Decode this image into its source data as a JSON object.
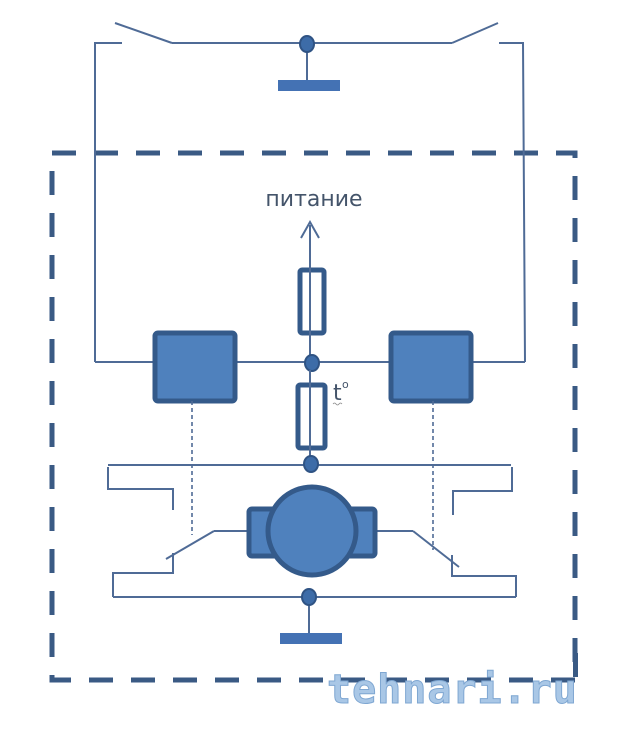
{
  "diagram": {
    "title": "Electric motor control circuit",
    "labels": {
      "power": "питание",
      "temperature_symbol": "t",
      "temperature_degree": "o"
    },
    "components": [
      {
        "id": "top-switch-left",
        "type": "switch",
        "state": "open"
      },
      {
        "id": "top-switch-right",
        "type": "switch",
        "state": "open"
      },
      {
        "id": "top-ground",
        "type": "ground"
      },
      {
        "id": "relay-left",
        "type": "relay-block"
      },
      {
        "id": "relay-right",
        "type": "relay-block"
      },
      {
        "id": "fuse",
        "type": "resistor"
      },
      {
        "id": "thermistor",
        "type": "thermal-resistor"
      },
      {
        "id": "motor",
        "type": "motor"
      },
      {
        "id": "relay-contact-left",
        "type": "switch",
        "state": "open"
      },
      {
        "id": "relay-contact-right",
        "type": "switch",
        "state": "open"
      },
      {
        "id": "bottom-ground",
        "type": "ground"
      }
    ],
    "colors": {
      "wire": "#4f6b96",
      "border": "#3a5a84",
      "block_fill": "#4f81bd",
      "block_stroke": "#345a8a",
      "label": "#44546a"
    }
  },
  "watermark": {
    "text": "tehnari.ru"
  }
}
